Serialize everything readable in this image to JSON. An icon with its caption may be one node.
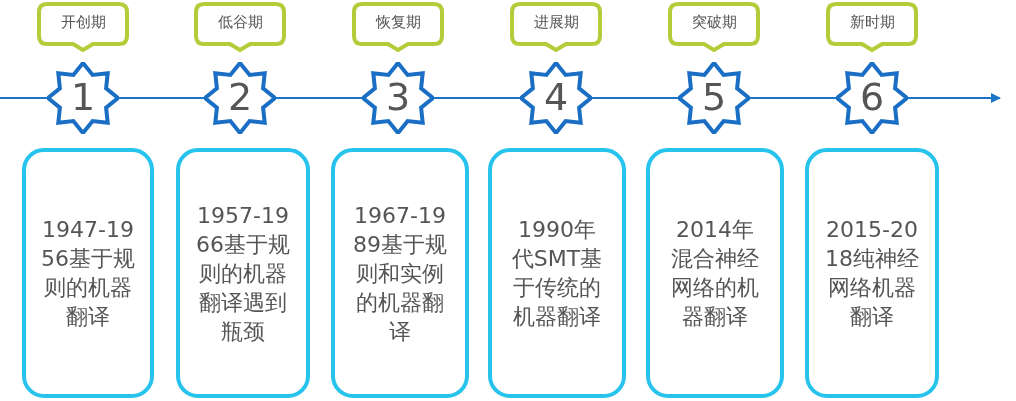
{
  "diagram": {
    "nodes": [
      {
        "text": [
          "开创期"
        ]
      },
      {
        "text": [
          "低谷期"
        ]
      },
      {
        "text": [
          "恢复期"
        ]
      },
      {
        "text": [
          "进展期"
        ]
      },
      {
        "text": [
          "突破期"
        ]
      },
      {
        "text": [
          "新时期"
        ]
      },
      {
        "text": [
          "1"
        ]
      },
      {
        "text": [
          "2"
        ]
      },
      {
        "text": [
          "3"
        ]
      },
      {
        "text": [
          "4"
        ]
      },
      {
        "text": [
          "5"
        ]
      },
      {
        "text": [
          "6"
        ]
      },
      {
        "text": [
          "1947-1956基于规则的机器翻译"
        ]
      },
      {
        "text": [
          "1957-1966基于规则的机器翻译遇到瓶颈"
        ]
      },
      {
        "text": [
          "1967-1989基于规则和实例的机器翻译"
        ]
      },
      {
        "text": [
          "1990年代SMT基于传统的机器翻译"
        ]
      },
      {
        "text": [
          "2014年混合神经网络的机器翻译"
        ]
      },
      {
        "text": [
          "2015-2018纯神经网络机器翻译"
        ]
      }
    ]
  }
}
